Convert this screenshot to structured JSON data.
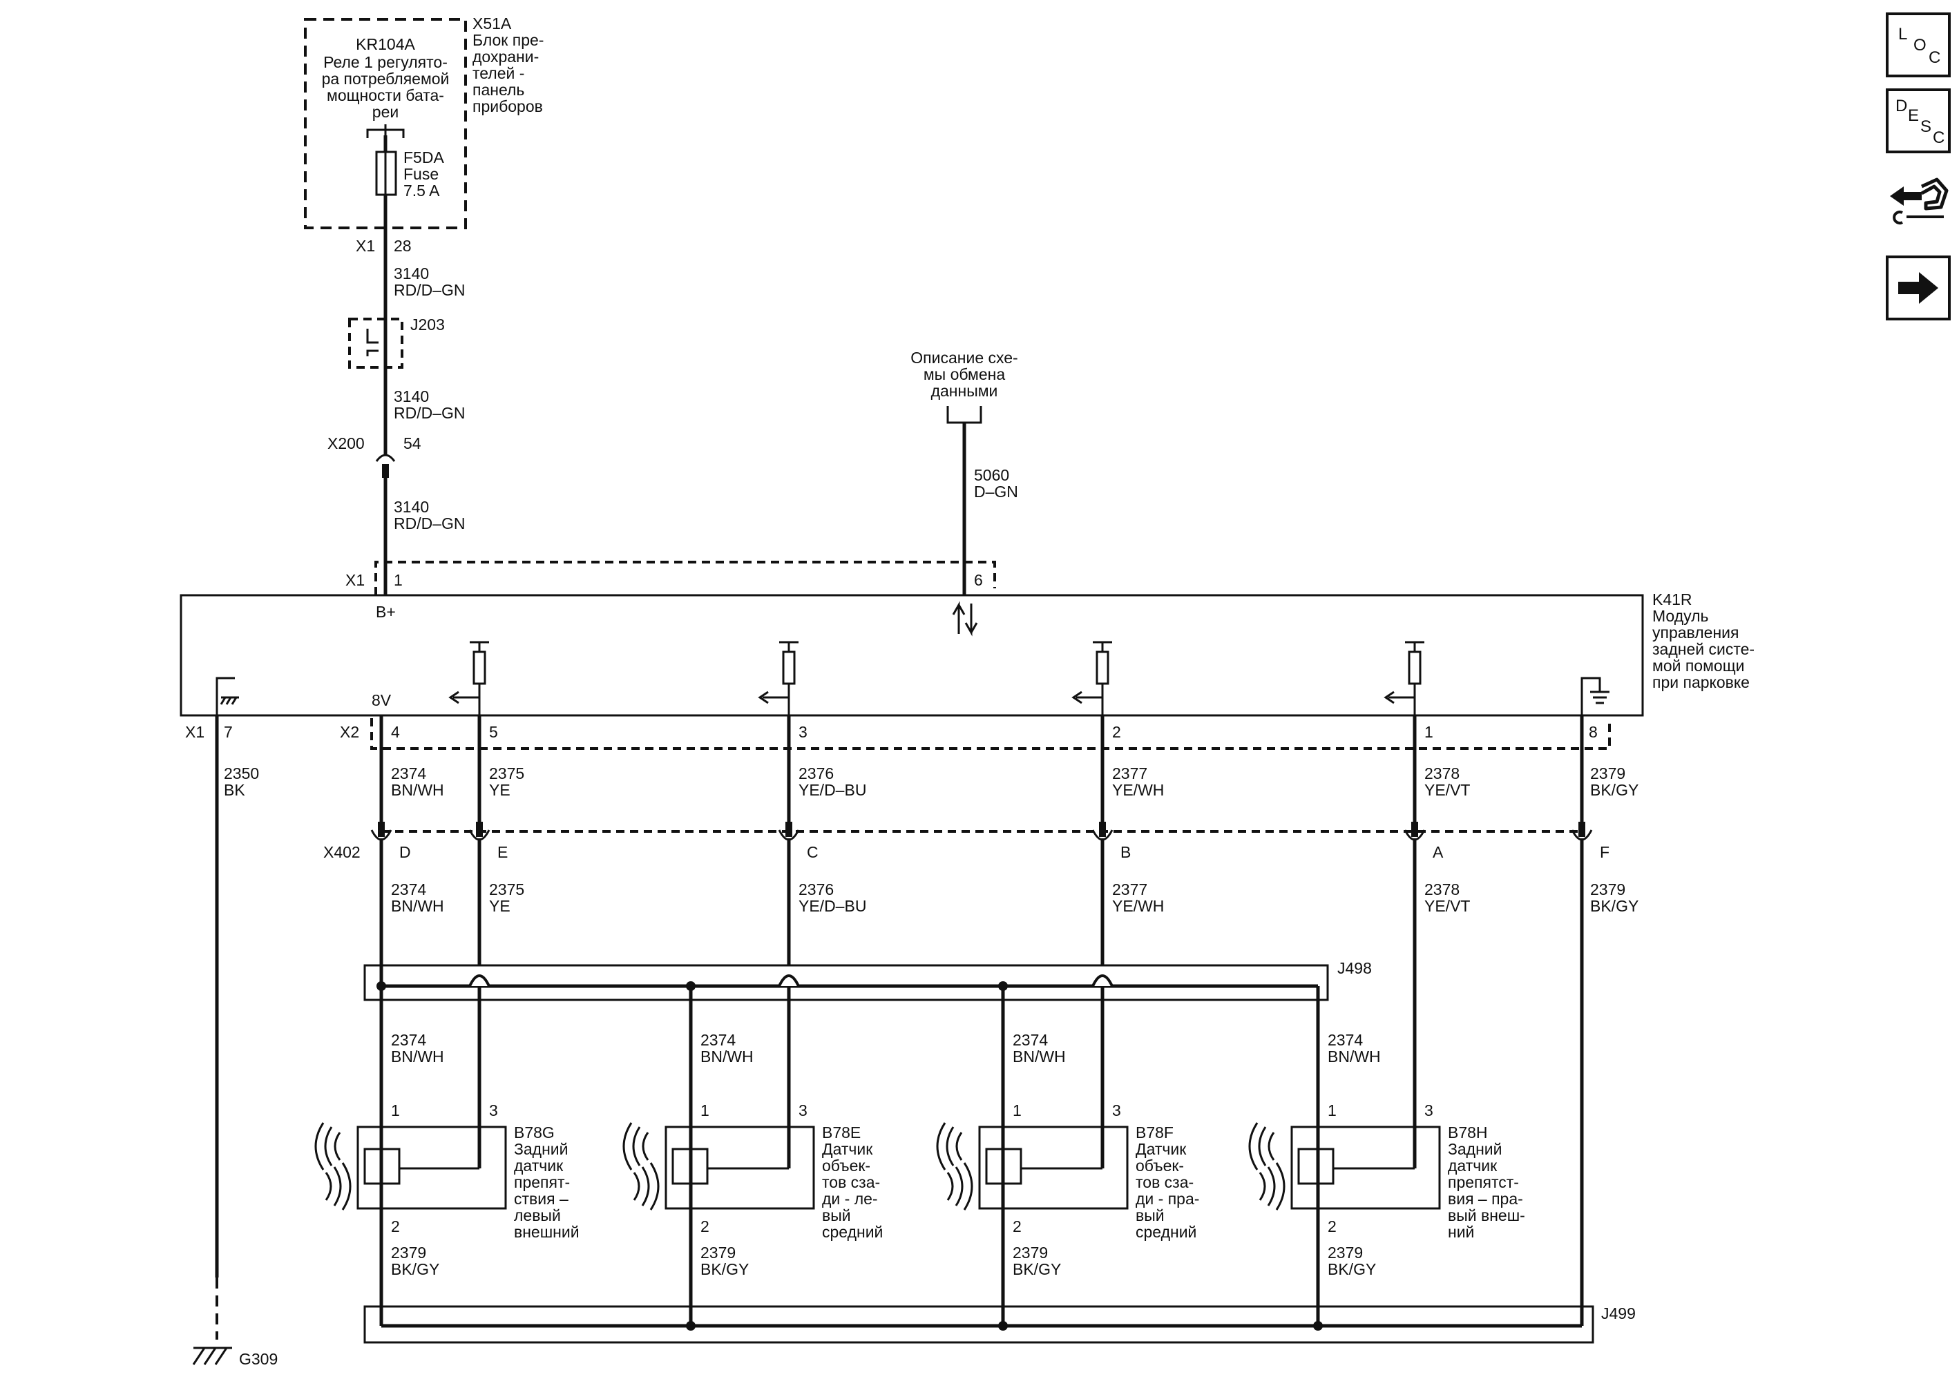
{
  "nav": {
    "loc": [
      "L",
      "O",
      "C"
    ],
    "desc": [
      "D",
      "E",
      "S",
      "C"
    ]
  },
  "fuse_block": {
    "ref": "X51A",
    "desc": [
      "Блок пре-",
      "дохрани-",
      "телей -",
      "панель",
      "приборов"
    ],
    "relay_ref": "KR104A",
    "relay_desc": [
      "Реле 1 регулято-",
      "ра потребляемой",
      "мощности бата-",
      "реи"
    ],
    "fuse": [
      "F5DA",
      "Fuse",
      "7.5 A"
    ],
    "conn": "X1",
    "pin": "28"
  },
  "feed": {
    "wire1": [
      "3140",
      "RD/D–GN"
    ],
    "splice": "J203",
    "wire2": [
      "3140",
      "RD/D–GN"
    ],
    "inline_conn": "X200",
    "inline_pin": "54",
    "wire3": [
      "3140",
      "RD/D–GN"
    ]
  },
  "comm": {
    "desc": [
      "Описание схе-",
      "мы обмена",
      "данными"
    ],
    "wire": [
      "5060",
      "D–GN"
    ]
  },
  "module": {
    "ref": "K41R",
    "desc": [
      "Модуль",
      "управления",
      "задней систе-",
      "мой помощи",
      "при парковке"
    ],
    "x1_top": "X1",
    "pin_bplus": "1",
    "label_bplus": "B+",
    "pin_comm": "6",
    "x1_bottom": "X1",
    "pin_gnd": "7",
    "x2": "X2",
    "label_8v": "8V",
    "pins": [
      "4",
      "5",
      "3",
      "2",
      "1",
      "8"
    ]
  },
  "ground_wire": [
    "2350",
    "BK"
  ],
  "ground_ref": "G309",
  "wires_upper": [
    [
      "2374",
      "BN/WH"
    ],
    [
      "2375",
      "YE"
    ],
    [
      "2376",
      "YE/D–BU"
    ],
    [
      "2377",
      "YE/WH"
    ],
    [
      "2378",
      "YE/VT"
    ],
    [
      "2379",
      "BK/GY"
    ]
  ],
  "x402": {
    "ref": "X402",
    "pins": [
      "D",
      "E",
      "C",
      "B",
      "A",
      "F"
    ]
  },
  "wires_lower": [
    [
      "2374",
      "BN/WH"
    ],
    [
      "2375",
      "YE"
    ],
    [
      "2376",
      "YE/D–BU"
    ],
    [
      "2377",
      "YE/WH"
    ],
    [
      "2378",
      "YE/VT"
    ],
    [
      "2379",
      "BK/GY"
    ]
  ],
  "splice_j498": "J498",
  "splice_j499": "J499",
  "sensor_feed_wire": [
    "2374",
    "BN/WH"
  ],
  "sensor_ground_wire": [
    "2379",
    "BK/GY"
  ],
  "sensors": [
    {
      "ref": "B78G",
      "desc": [
        "Задний",
        "датчик",
        "препят-",
        "ствия –",
        "левый",
        "внешний"
      ],
      "pins": [
        "1",
        "3",
        "2"
      ]
    },
    {
      "ref": "B78E",
      "desc": [
        "Датчик",
        "объек-",
        "тов сза-",
        "ди - ле-",
        "вый",
        "средний"
      ],
      "pins": [
        "1",
        "3",
        "2"
      ]
    },
    {
      "ref": "B78F",
      "desc": [
        "Датчик",
        "объек-",
        "тов сза-",
        "ди - пра-",
        "вый",
        "средний"
      ],
      "pins": [
        "1",
        "3",
        "2"
      ]
    },
    {
      "ref": "B78H",
      "desc": [
        "Задний",
        "датчик",
        "препятст-",
        "вия – пра-",
        "вый внеш-",
        "ний"
      ],
      "pins": [
        "1",
        "3",
        "2"
      ]
    }
  ]
}
